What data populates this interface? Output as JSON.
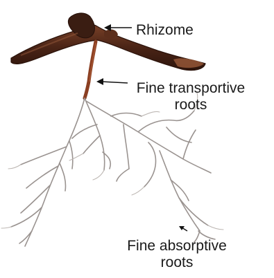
{
  "labels": {
    "rhizome": "Rhizome",
    "transportive_line1": "Fine transportive",
    "transportive_line2": "roots",
    "absorptive_line1": "Fine absorptive",
    "absorptive_line2": "roots"
  },
  "colors": {
    "rhizome_dark": "#3a1d12",
    "rhizome_mid": "#6b3a24",
    "rhizome_light": "#8a5236",
    "transport_root": "#8b3f22",
    "fine_root": "#9a9390",
    "fine_root_light": "#bdb7b3",
    "arrow": "#111111",
    "text": "#1a1a1a"
  }
}
